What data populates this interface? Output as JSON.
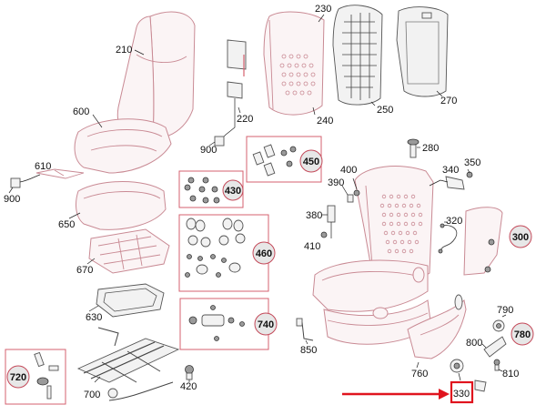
{
  "callouts": {
    "c210": "210",
    "c220": "220",
    "c230": "230",
    "c240": "240",
    "c250": "250",
    "c270": "270",
    "c280": "280",
    "c340": "340",
    "c350": "350",
    "c400": "400",
    "c390": "390",
    "c380": "380",
    "c410": "410",
    "c320": "320",
    "c600": "600",
    "c610": "610",
    "c900a": "900",
    "c900b": "900",
    "c650": "650",
    "c670": "670",
    "c630": "630",
    "c700": "700",
    "c420": "420",
    "c850": "850",
    "c760": "760",
    "c790": "790",
    "c800": "800",
    "c810": "810",
    "c330": "330"
  },
  "groups": {
    "g450": "450",
    "g430": "430",
    "g460": "460",
    "g740": "740",
    "g300": "300",
    "g780": "780",
    "g720": "720"
  },
  "colors": {
    "highlight": "#e0141e",
    "group_box": "#d4606f",
    "seat_outline": "#c98a94"
  }
}
